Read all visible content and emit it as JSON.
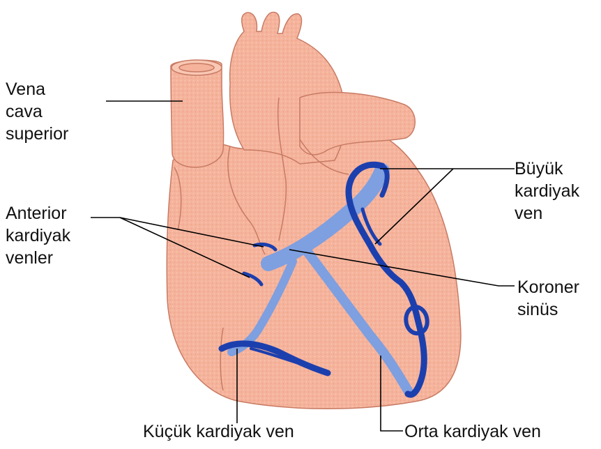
{
  "labels": {
    "vena_cava": [
      "Vena",
      "cava",
      "superior"
    ],
    "anterior": [
      "Anterior",
      "kardiyak",
      "venler"
    ],
    "buyuk": [
      "Büyük",
      "kardiyak",
      "ven"
    ],
    "koroner": [
      "Koroner",
      "sinüs"
    ],
    "kucuk": "Küçük kardiyak ven",
    "orta": "Orta kardiyak ven"
  },
  "colors": {
    "heart_fill": "#f6b49c",
    "heart_stroke": "#c87a63",
    "vein_light": "#7e9fe0",
    "vein_dark": "#1c3fae",
    "leader": "#000000"
  }
}
